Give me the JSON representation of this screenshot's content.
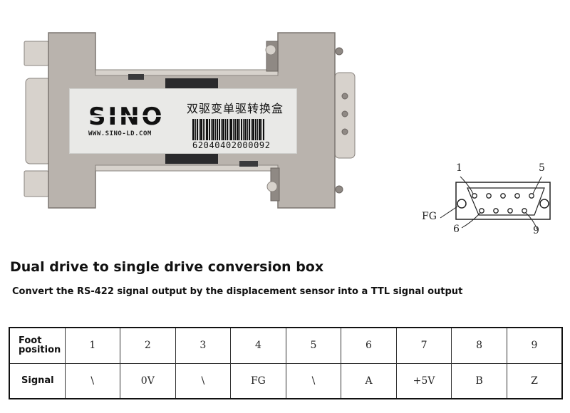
{
  "product": {
    "brand": "SINO",
    "website": "WWW.SINO-LD.COM",
    "label_title_cn": "双驱变单驱转换盒",
    "barcode_number": "62040402000092"
  },
  "pinout_diagram": {
    "pin_top_left": "1",
    "pin_top_right": "5",
    "pin_bottom_left": "6",
    "pin_bottom_right": "9",
    "frame_ground": "FG"
  },
  "title": "Dual drive to single drive conversion box",
  "subtitle": "Convert the RS-422 signal output by the displacement sensor into a TTL signal output",
  "table": {
    "row_headers": [
      "Foot position",
      "Signal"
    ],
    "foot_positions": [
      "1",
      "2",
      "3",
      "4",
      "5",
      "6",
      "7",
      "8",
      "9"
    ],
    "signals": [
      "\\",
      "0V",
      "\\",
      "FG",
      "\\",
      "A",
      "+5V",
      "B",
      "Z"
    ]
  },
  "colors": {
    "metal": "#b9b3ad",
    "label_background": "#e9e9e7",
    "text": "#111111"
  }
}
